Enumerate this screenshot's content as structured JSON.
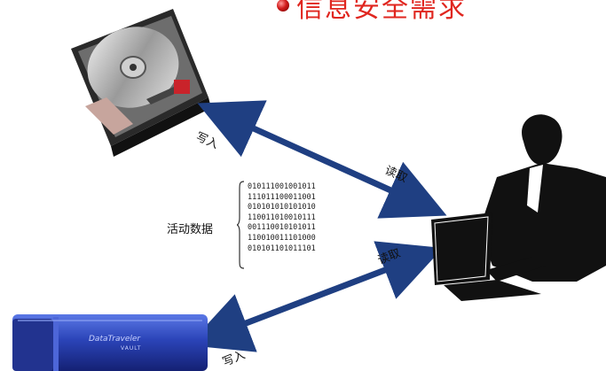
{
  "title": {
    "text": "信息安全需求"
  },
  "labels": {
    "write_top": "写入",
    "read_top": "读取",
    "active_data": "活动数据",
    "read_bottom": "读取",
    "write_bottom": "写入"
  },
  "usb_drive": {
    "brand": "DataTraveler",
    "model": "VAULT"
  },
  "binary_lines": [
    "010111001001011",
    "111011100011001",
    "010101010101010",
    "110011010010111",
    "001110010101011",
    "110010011101000",
    "010101101011101"
  ],
  "colors": {
    "arrow": "#1f3f82",
    "title": "#e0261f",
    "usb": "#2b44b8"
  }
}
